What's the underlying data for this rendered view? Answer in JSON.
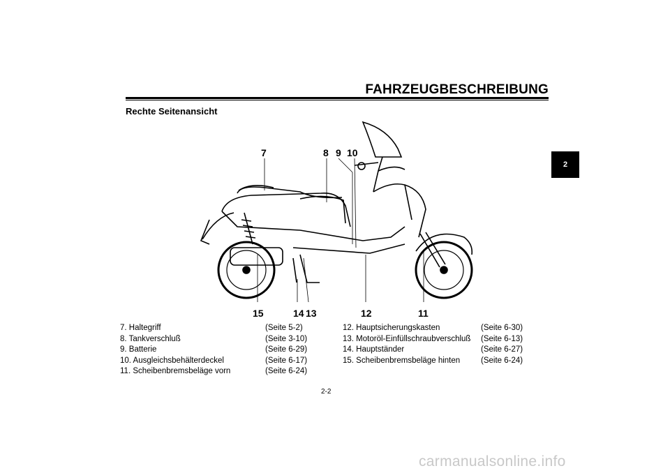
{
  "header": {
    "title": "FAHRZEUGBESCHREIBUNG"
  },
  "section": {
    "title": "Rechte Seitenansicht"
  },
  "chapter_tab": {
    "label": "2"
  },
  "callouts": [
    "7",
    "8",
    "9",
    "10",
    "15",
    "14",
    "13",
    "12",
    "11"
  ],
  "legend_left": [
    {
      "label": "  7. Haltegriff",
      "ref": "(Seite 5-2)"
    },
    {
      "label": "  8. Tankverschluß",
      "ref": "(Seite 3-10)"
    },
    {
      "label": "  9. Batterie",
      "ref": "(Seite 6-29)"
    },
    {
      "label": "10. Ausgleichsbehälterdeckel",
      "ref": "(Seite 6-17)"
    },
    {
      "label": "11. Scheibenbremsbeläge vorn",
      "ref": "(Seite 6-24)"
    }
  ],
  "legend_right": [
    {
      "label": "12. Hauptsicherungskasten",
      "ref": "(Seite 6-30)"
    },
    {
      "label": "13. Motoröl-Einfüllschraubverschluß",
      "ref": "(Seite 6-13)"
    },
    {
      "label": "14. Hauptständer",
      "ref": "(Seite 6-27)"
    },
    {
      "label": "15. Scheibenbremsbeläge hinten",
      "ref": "(Seite 6-24)"
    }
  ],
  "page_number": "2-2",
  "watermark": "carmanualsonline.info"
}
